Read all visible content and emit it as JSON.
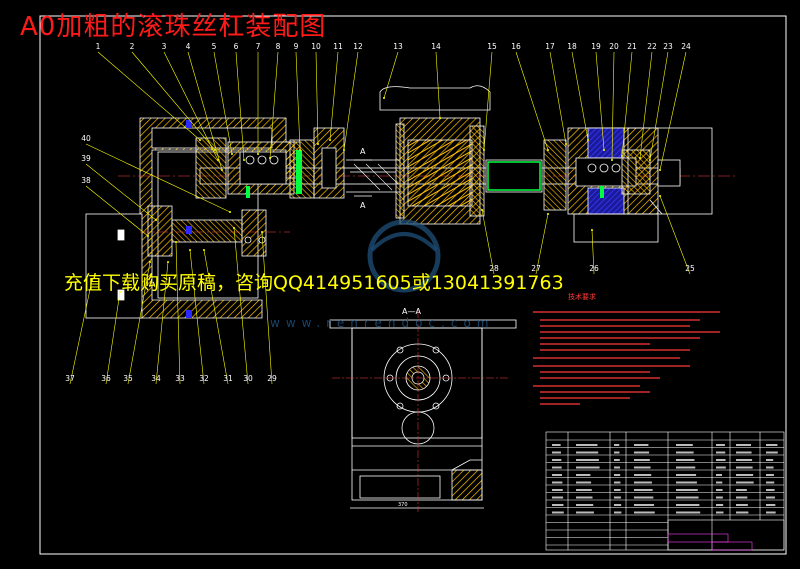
{
  "title": "A0加粗的滚珠丝杠装配图",
  "promo_text": "充值下载购买原稿，咨询QQ414951605或13041391763",
  "watermark": "www.renrendoc.com",
  "section_label": "A—A",
  "notes_title": "技术要求",
  "dimension_label": "370",
  "part_numbers_top": [
    "1",
    "2",
    "3",
    "4",
    "5",
    "6",
    "7",
    "8",
    "9",
    "10",
    "11",
    "12",
    "13",
    "14",
    "15",
    "16",
    "17",
    "18",
    "19",
    "20",
    "21",
    "22",
    "23",
    "24"
  ],
  "part_numbers_left": [
    "40",
    "39",
    "38"
  ],
  "part_numbers_bottom": [
    "37",
    "36",
    "35",
    "34",
    "33",
    "32",
    "31",
    "30",
    "29"
  ],
  "part_numbers_right": [
    "25",
    "26",
    "27",
    "28"
  ],
  "colors": {
    "background": "#000000",
    "title": "#ff1a1a",
    "promo": "#ffff00",
    "outline": "#ffffff",
    "hatch": "#ffc000",
    "leader": "#ffff00",
    "part_blue": "#2a2aff",
    "green": "#00ff40",
    "magenta": "#ff40ff",
    "notes_red": "#ff3a3a",
    "watermark": "#1e4f7a"
  }
}
